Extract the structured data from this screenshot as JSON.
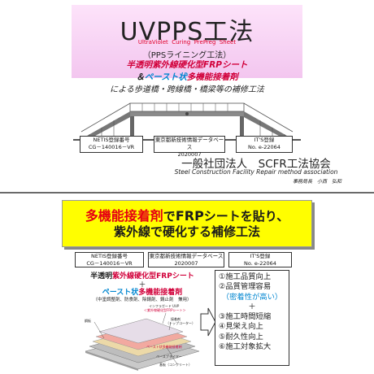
{
  "header": {
    "title": "UVPPS工法",
    "subtitle_en": [
      "UltraViolet",
      "Curing",
      "PrePreg",
      "Sheet"
    ],
    "method_jp": "（PPSライニング工法）",
    "line1": "半透明紫外線硬化型FRPシート",
    "line2": {
      "amp": "＆",
      "blue": "ペースト状",
      "red": "多機能接着剤"
    },
    "line3": "による歩道橋・跨線橋・橋梁等の補修工法"
  },
  "registrations_top": [
    {
      "l1": "NETIS登録番号",
      "l2": "CG－140016－VR"
    },
    {
      "l1": "東京都新技術情報データベース",
      "l2": "2020007"
    },
    {
      "l1": "IT'S登録",
      "l2": "No. e-22064"
    }
  ],
  "organization": {
    "name": "一般社団法人　SCFR工法協会",
    "name_en": "Steel Construction Facility Repair method association",
    "author": "事務局長　小西　弘和"
  },
  "banner": {
    "line1": {
      "red": "多機能接着剤",
      "part2": "で",
      "frp": "FRP",
      "part3": "シートを貼り、"
    },
    "line2": "紫外線で硬化する補修工法"
  },
  "registrations_bottom": [
    {
      "l1": "NETIS登録番号",
      "l2": "CG－140016－VR"
    },
    {
      "l1": "東京都新技術情報データベース",
      "l2": "2020007"
    },
    {
      "l1": "IT'S登録",
      "l2": "No. e-22064"
    }
  ],
  "left_panel": {
    "l1_a": "半透明",
    "l1_red": "紫外線硬化型FRPシート",
    "plus": "＋",
    "l2_blue": "ペースト状",
    "l2_red": "多機能接着剤",
    "l3": "（中塗調整剤、防食剤、除錆剤、錆止剤　兼用）",
    "diagram_labels": {
      "top": "インフラガード UVP",
      "top_sub": "＜紫外線硬化型FRPシート＞",
      "mid": "接着剤",
      "mid_sub": "（トップコーター）",
      "plate": "鋼板",
      "paste": "ペースト状多機能接着剤",
      "primer": "ペースプライマー",
      "base": "基板（コンクリート）"
    }
  },
  "benefits": {
    "items": [
      "①施工品質向上",
      "②品質管理容易",
      "（密着性が高い）",
      "＋",
      "③施工時間短縮",
      "④見栄え向上",
      "⑤耐久性向上",
      "⑥施工対象拡大"
    ]
  },
  "colors": {
    "accent_red": "#d1003a",
    "accent_blue": "#0086d0",
    "banner_yellow": "#fffe00",
    "title_band": "#f6d0f2"
  }
}
